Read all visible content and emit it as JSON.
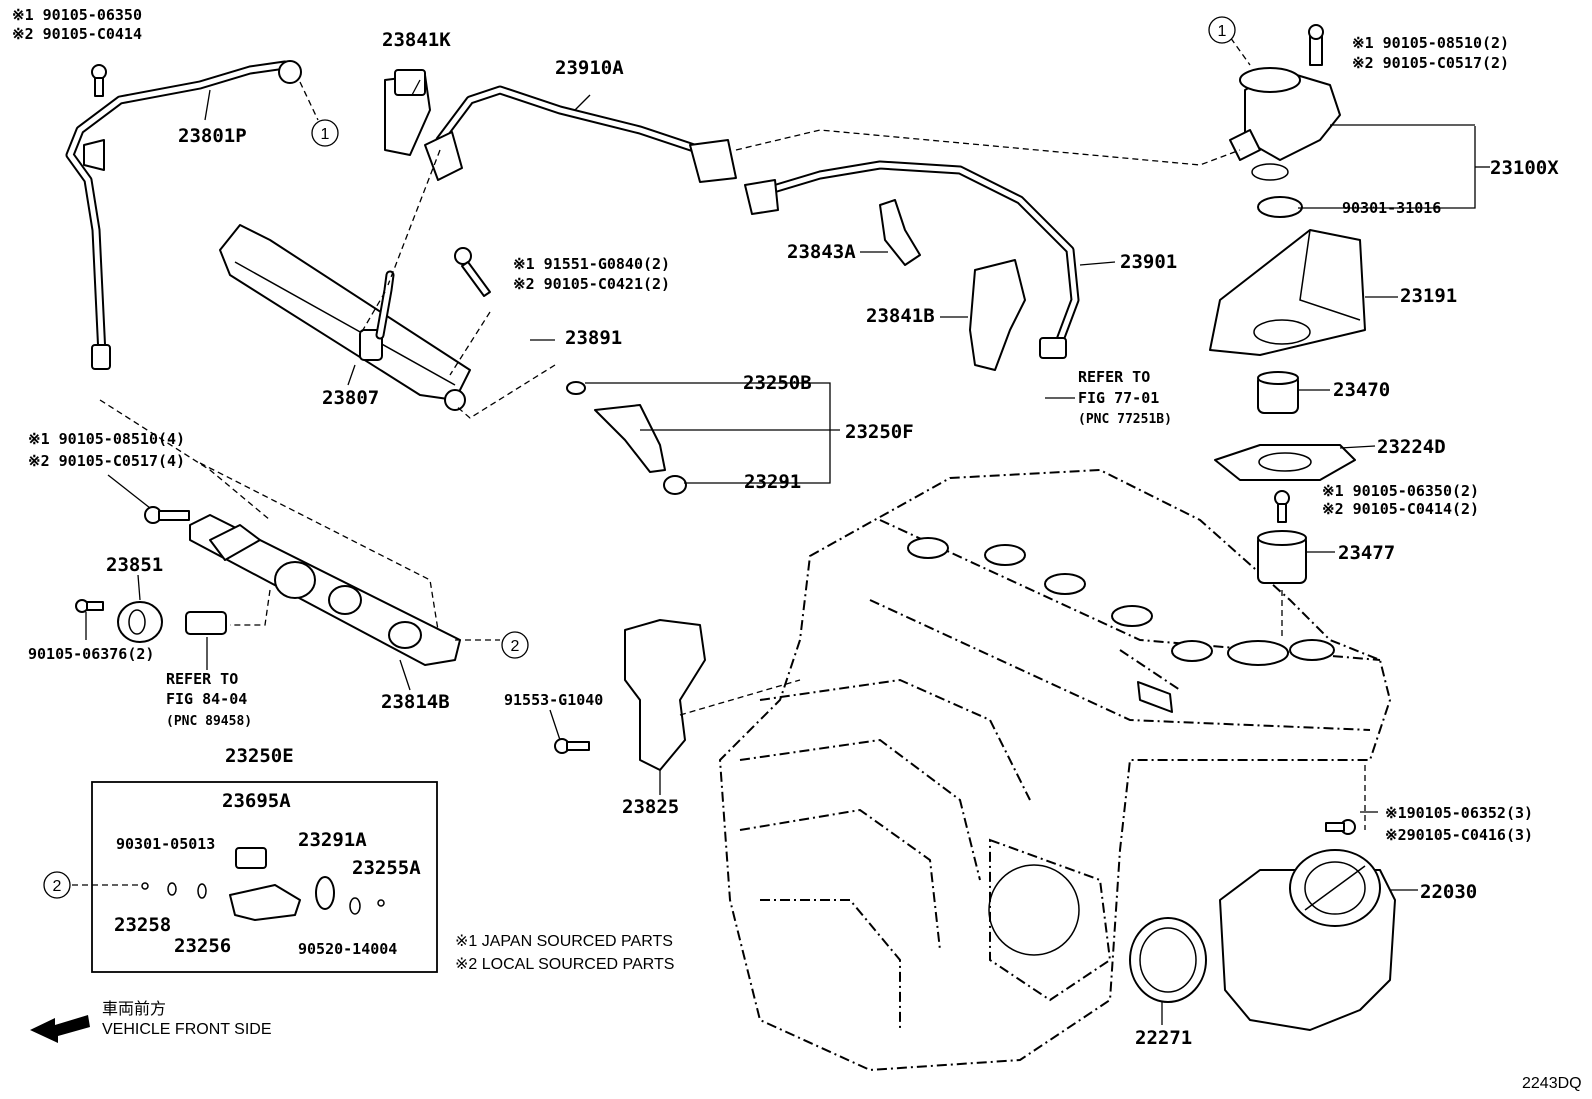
{
  "notes": {
    "japan": "※1 JAPAN SOURCED PARTS",
    "local": "※2 LOCAL SOURCED PARTS"
  },
  "direction": {
    "jp": "車両前方",
    "en": "VEHICLE FRONT SIDE"
  },
  "diagram_code": "2243DQ",
  "callouts": {
    "c1": "1",
    "c2": "2"
  },
  "labels": {
    "bolt_tl_1": "※1 90105-06350",
    "bolt_tl_2": "※2 90105-C0414",
    "p23841K": "23841K",
    "p23910A": "23910A",
    "p23801P": "23801P",
    "p23807": "23807",
    "bolt_rail_1": "※1 91551-G0840(2)",
    "bolt_rail_2": "※2 90105-C0421(2)",
    "p23891": "23891",
    "p23250B": "23250B",
    "p23250F": "23250F",
    "p23291": "23291",
    "p23843A": "23843A",
    "p23841B": "23841B",
    "p23901": "23901",
    "refer77_1": "REFER TO",
    "refer77_2": "FIG 77-01",
    "refer77_3": "(PNC 77251B)",
    "bolt_pump_1": "※1 90105-08510(2)",
    "bolt_pump_2": "※2 90105-C0517(2)",
    "p23100X": "23100X",
    "p90301_31016": "90301-31016",
    "p23191": "23191",
    "p23470": "23470",
    "p23224D": "23224D",
    "bolt_ins_1": "※1 90105-06350(2)",
    "bolt_ins_2": "※2 90105-C0414(2)",
    "p23477": "23477",
    "bolt_del_1": "※1 90105-08510(4)",
    "bolt_del_2": "※2 90105-C0517(4)",
    "p23851": "23851",
    "p90105_06376": "90105-06376(2)",
    "refer84_1": "REFER TO",
    "refer84_2": "FIG 84-04",
    "refer84_3": "(PNC 89458)",
    "p23814B": "23814B",
    "p91553_G1040": "91553-G1040",
    "p23825": "23825",
    "p23250E": "23250E",
    "p23695A": "23695A",
    "p90301_05013": "90301-05013",
    "p23291A": "23291A",
    "p23255A": "23255A",
    "p23258": "23258",
    "p23256": "23256",
    "p90520_14004": "90520-14004",
    "bolt_thr_1": "※190105-06352(3)",
    "bolt_thr_2": "※290105-C0416(3)",
    "p22030": "22030",
    "p22271": "22271"
  }
}
